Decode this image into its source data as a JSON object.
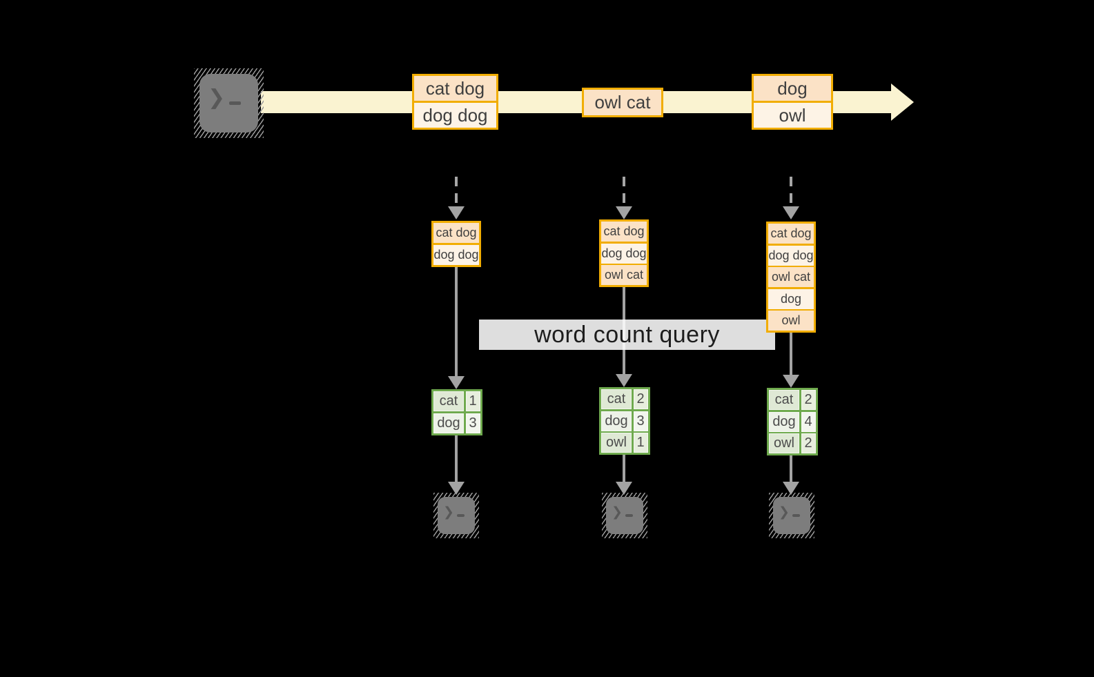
{
  "diagram": {
    "banner": {
      "label": "word count query"
    },
    "terminal": {
      "glyph": "❯",
      "name": "terminal prompt"
    },
    "stream_events": [
      {
        "rows": [
          "cat dog",
          "dog dog"
        ]
      },
      {
        "rows": [
          "owl cat"
        ]
      },
      {
        "rows": [
          "dog",
          "owl"
        ]
      }
    ],
    "snapshots": [
      {
        "state_rows": [
          "cat dog",
          "dog dog"
        ],
        "counts": [
          {
            "word": "cat",
            "value": "1"
          },
          {
            "word": "dog",
            "value": "3"
          }
        ]
      },
      {
        "state_rows": [
          "cat dog",
          "dog dog",
          "owl cat"
        ],
        "counts": [
          {
            "word": "cat",
            "value": "2"
          },
          {
            "word": "dog",
            "value": "3"
          },
          {
            "word": "owl",
            "value": "1"
          }
        ]
      },
      {
        "state_rows": [
          "cat dog",
          "dog dog",
          "owl cat",
          "dog",
          "owl"
        ],
        "counts": [
          {
            "word": "cat",
            "value": "2"
          },
          {
            "word": "dog",
            "value": "4"
          },
          {
            "word": "owl",
            "value": "2"
          }
        ]
      }
    ],
    "colors": {
      "background": "#000000",
      "stream_band": "#faf3d1",
      "gold_border": "#f1ad02",
      "peach_dark": "#fbe2c6",
      "peach_light": "#fdf3e6",
      "green_border": "#6faa4e",
      "green_cell_dark": "#dfe9d5",
      "green_cell_light": "#edf2e8",
      "arrow_gray": "#a3a3a3",
      "terminal_gray": "#7d7d7d",
      "banner_bg": "#ffffff"
    }
  }
}
